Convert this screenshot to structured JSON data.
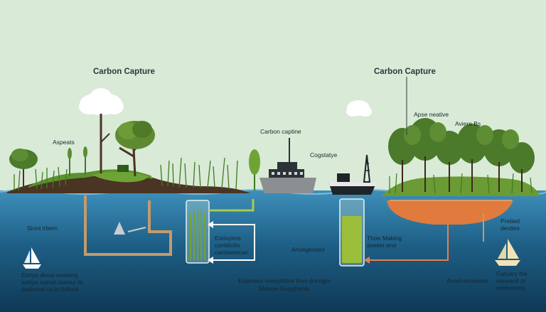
{
  "titles": {
    "left": "Carbon Capture",
    "right": "Carbon Capture"
  },
  "labels": {
    "aspeats": "Aspeats",
    "carbon_captine": "Carbon captine",
    "cogstatye": "Cogstatye",
    "apse_neative": "Apse neative",
    "aviere_bs": "Aviere Bs",
    "sinnt_irtiern": "Sinnt irtiern",
    "eoriys_dkeat_line1": "Eoriys dkeat exatierg",
    "eoriys_dkeat_line2": "welipe canon iiseour lic",
    "eoriys_dkeat_line3": "daduced ca in Sofurs",
    "eorivyims_line1": "Eorivyims",
    "eorivyims_line2": "cantiiicilis",
    "eorivyims_line3": "cantivenican",
    "anvegestanl": "Anvegestanl",
    "thoe_making_line1": "Thoe Making",
    "thoe_making_line2": "sxeein and",
    "eopinavs_line1": "Eopinavs ivsiey/ktind thes dncogts",
    "eopinavs_line2": "Maiuse Eosyjtrents",
    "pretied_line1": "Pretied",
    "pretied_line2": "dextles",
    "avoid_excsiwes": "Avoid excsiwes",
    "catuary_line1": "Catuary the",
    "catuary_line2": "oeuveuil or",
    "catuary_line3": "comvenles"
  },
  "colors": {
    "sky": "#d9ead6",
    "water_top": "#3f8fb8",
    "water_bottom": "#103a57",
    "island": "#4a3423",
    "grass": "#4f8a2a",
    "pipe": "#c49a6c",
    "arrow": "#e7804f",
    "vessel_fill": "#9bbf3a",
    "reservoir": "#e07b3d"
  }
}
